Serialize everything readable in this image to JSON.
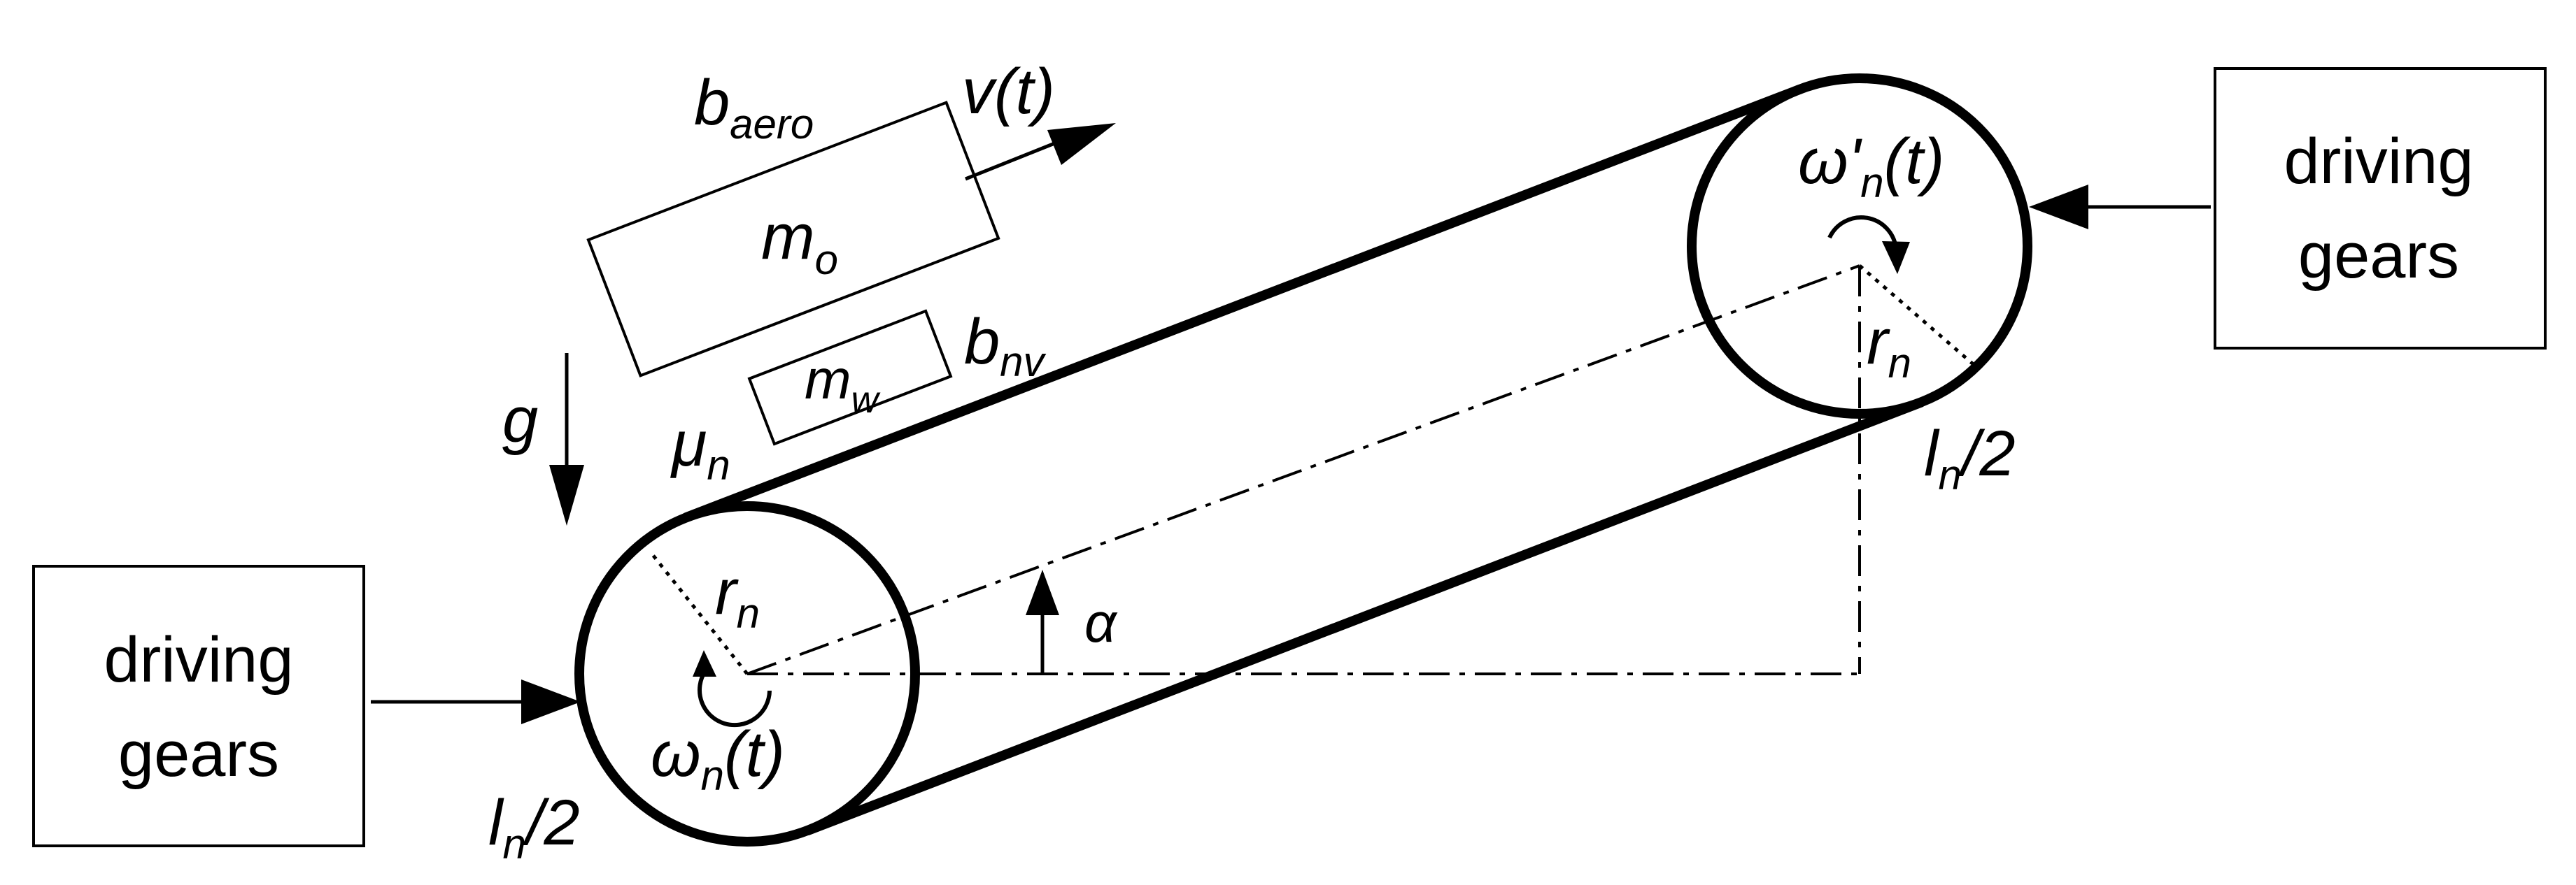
{
  "left_box": {
    "line1": "driving",
    "line2": "gears"
  },
  "right_box": {
    "line1": "driving",
    "line2": "gears"
  },
  "labels": {
    "b_aero": {
      "main": "b",
      "sub": "aero"
    },
    "v_t": "v(t)",
    "m_o": {
      "main": "m",
      "sub": "o"
    },
    "m_w": {
      "main": "m",
      "sub": "w"
    },
    "b_nv": {
      "main": "b",
      "sub": "nv"
    },
    "g": "g",
    "mu_n": {
      "main": "μ",
      "sub": "n"
    },
    "r_n_left": {
      "main": "r",
      "sub": "n"
    },
    "r_n_right": {
      "main": "r",
      "sub": "n"
    },
    "alpha": "α",
    "omega_n_t": {
      "main": "ω",
      "sub": "n",
      "tail": "(t)"
    },
    "omega_prime_n_t": {
      "main": "ω'",
      "sub": "n",
      "tail": "(t)"
    },
    "l_n_half_left": {
      "main": "l",
      "sub": "n",
      "tail": "/2"
    },
    "l_n_half_right": {
      "main": "l",
      "sub": "n",
      "tail": "/2"
    }
  }
}
